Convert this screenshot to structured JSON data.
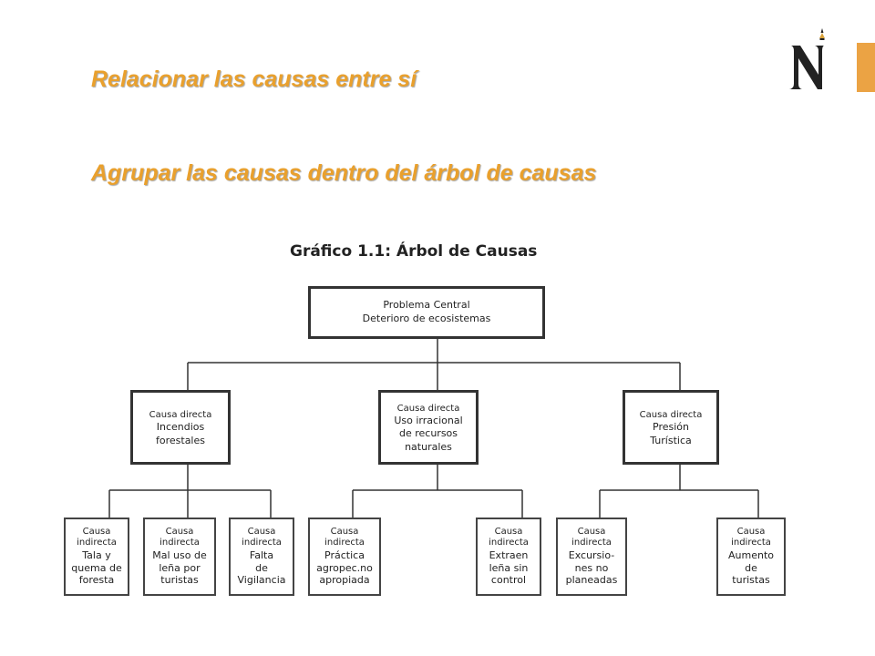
{
  "slide": {
    "line1": "Relacionar las causas entre sí",
    "line2": "Agrupar las causas dentro del árbol de causas",
    "colors": {
      "heading": "#e9a02d",
      "accent_bar": "#eba344",
      "logo_dark": "#222222",
      "logo_gold": "#d9a23a"
    }
  },
  "logo": {
    "icon": "n-letter-logo-icon",
    "letter": "N"
  },
  "diagram": {
    "title": "Gráfico 1.1: Árbol de Causas",
    "central": {
      "label": "Problema Central",
      "text": "Deterioro de ecosistemas"
    },
    "direct_causes": [
      {
        "label": "Causa directa",
        "text_lines": [
          "Incendios",
          "forestales"
        ]
      },
      {
        "label": "Causa directa",
        "text_lines": [
          "Uso irracional",
          "de recursos",
          "naturales"
        ]
      },
      {
        "label": "Causa directa",
        "text_lines": [
          "Presión",
          "Turística"
        ]
      }
    ],
    "indirect_causes": [
      {
        "label_lines": [
          "Causa",
          "indirecta"
        ],
        "text_lines": [
          "Tala y",
          "quema de",
          "foresta"
        ]
      },
      {
        "label_lines": [
          "Causa",
          "indirecta"
        ],
        "text_lines": [
          "Mal uso de",
          "leña por",
          "turistas"
        ]
      },
      {
        "label_lines": [
          "Causa",
          "indirecta"
        ],
        "text_lines": [
          "Falta",
          "de",
          "Vigilancia"
        ]
      },
      {
        "label_lines": [
          "Causa",
          "indirecta"
        ],
        "text_lines": [
          "Práctica",
          "agropec.no",
          "apropiada"
        ]
      },
      {
        "label_lines": [
          "Causa",
          "indirecta"
        ],
        "text_lines": [
          "Extraen",
          "leña sin",
          "control"
        ]
      },
      {
        "label_lines": [
          "Causa",
          "indirecta"
        ],
        "text_lines": [
          "Excursio-",
          "nes no",
          "planeadas"
        ]
      },
      {
        "label_lines": [
          "Causa",
          "indirecta"
        ],
        "text_lines": [
          "Aumento",
          "de",
          "turistas"
        ]
      }
    ]
  }
}
